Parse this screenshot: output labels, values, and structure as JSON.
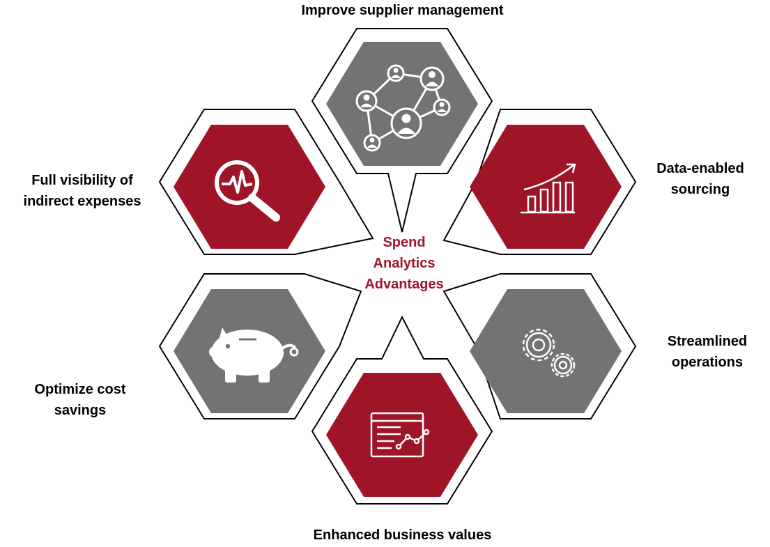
{
  "colors": {
    "accent_red": "#A01428",
    "neutral_gray": "#737373",
    "outline": "#000000",
    "icon_white": "#FFFFFF"
  },
  "center": {
    "lines": [
      "Spend",
      "Analytics",
      "Advantages"
    ]
  },
  "items": [
    {
      "id": "supplier",
      "icon": "network-people-icon",
      "color": "gray",
      "lines": [
        "Improve supplier management"
      ]
    },
    {
      "id": "visibility",
      "icon": "magnifier-pulse-icon",
      "color": "red",
      "lines": [
        "Full visibility of",
        "indirect expenses"
      ]
    },
    {
      "id": "sourcing",
      "icon": "growth-chart-icon",
      "color": "red",
      "lines": [
        "Data-enabled",
        "sourcing"
      ]
    },
    {
      "id": "savings",
      "icon": "piggy-bank-icon",
      "color": "gray",
      "lines": [
        "Optimize cost",
        "savings"
      ]
    },
    {
      "id": "operations",
      "icon": "gears-icon",
      "color": "gray",
      "lines": [
        "Streamlined",
        "operations"
      ]
    },
    {
      "id": "business",
      "icon": "report-dashboard-icon",
      "color": "red",
      "lines": [
        "Enhanced business values"
      ]
    }
  ]
}
